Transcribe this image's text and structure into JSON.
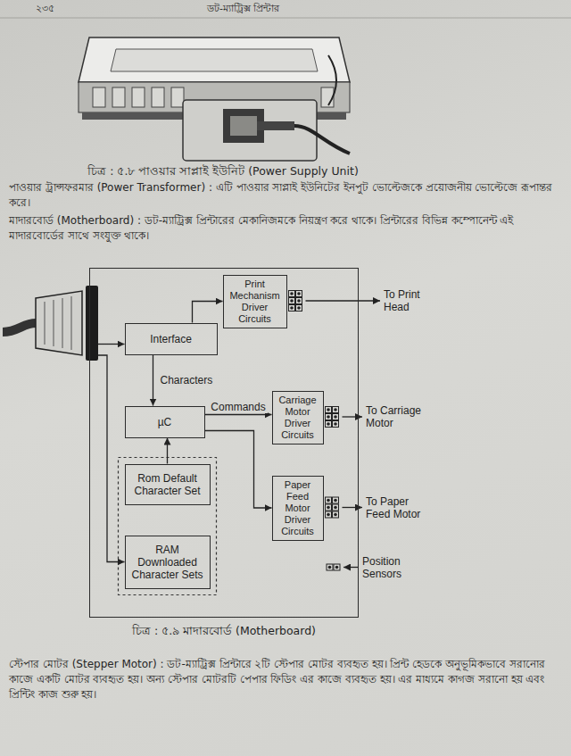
{
  "diagram": {
    "nodes": [
      {
        "text": [
          "চিত্র : ৫.৯ মাদারবোর্ড (Motherboard)"
        ]
      },
      {
        "text": [
          "Print Mechanism Driver Circuits"
        ],
        "in": 0
      },
      {
        "text": [
          "Interface"
        ],
        "in": 0
      },
      {
        "text": [
          "µC"
        ],
        "in": 0
      },
      {
        "text": [
          "Carriage Motor Driver Circuits"
        ],
        "in": 0
      },
      {
        "text": [
          "Rom Default Character Set"
        ],
        "in": 0
      },
      {
        "text": [
          "Paper Feed Motor Driver Circuits"
        ],
        "in": 0
      },
      {
        "text": [
          "RAM Downloaded Character Sets"
        ],
        "in": 0
      }
    ],
    "edges": [
      {
        "from": 2,
        "to": 3,
        "arrow": "to",
        "label": "Characters"
      },
      {
        "from": 5,
        "to": 3,
        "arrow": "to"
      },
      {
        "from": 3,
        "to": 4,
        "arrow": "to",
        "label": "Commands"
      },
      {
        "from": 3,
        "to": 6,
        "arrow": "to"
      },
      {
        "from": 2,
        "to": 1,
        "arrow": "to"
      }
    ],
    "labels": [
      "২৩৫",
      "ডট-ম্যাট্রিক্স প্রিন্টার",
      "চিত্র : ৫.৮ পাওয়ার সাপ্লাই ইউনিট (Power Supply Unit)",
      "পাওয়ার ট্রান্সফরমার (Power Transformer) : এটি পাওয়ার সাপ্লাই ইউনিটের ইনপুট ভোল্টেজকে প্রয়োজনীয় ভোল্টেজে রূপান্তর করে।",
      "মাদারবোর্ড (Motherboard) : ডট-ম্যাট্রিক্স প্রিন্টারের মেকানিজমকে নিয়ন্ত্রণ করে থাকে। প্রিন্টারের বিভিন্ন কম্পোনেন্ট এই মাদারবোর্ডের সাথে সংযুক্ত থাকে।",
      "To Print Head",
      "To Carriage Motor",
      "To Paper Feed Motor",
      "Position Sensors",
      "স্টেপার মোটর (Stepper Motor) : ডট-ম্যাট্রিক্স প্রিন্টারে ২টি স্টেপার মোটর ব্যবহৃত হয়। প্রিন্ট হেডকে অনুভূমিকভাবে সরানোর কাজে একটি মোটর ব্যবহৃত হয়। অন্য স্টেপার মোটরটি পেপার ফিডিং এর কাজে ব্যবহৃত হয়। এর মাধ্যমে কাগজ সরানো হয় এবং প্রিন্টিং কাজ শুরু হয়।"
    ]
  }
}
